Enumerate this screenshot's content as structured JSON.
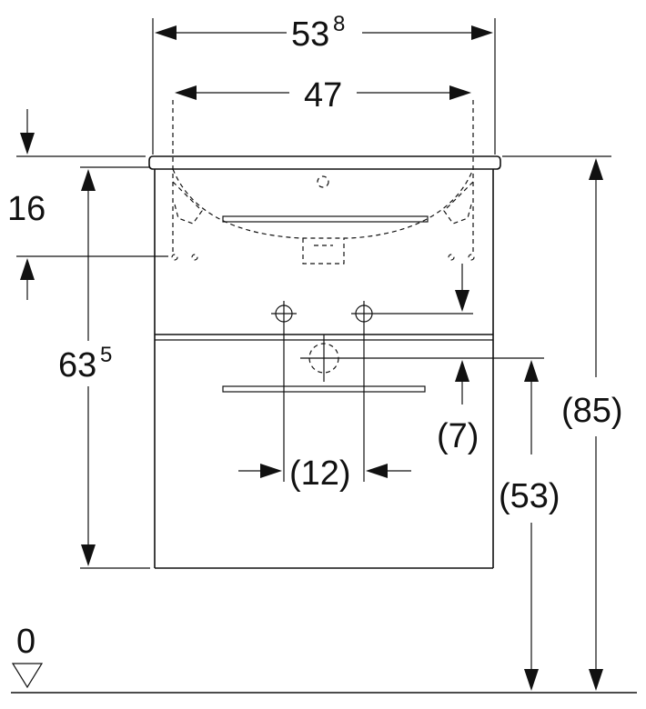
{
  "dimensions": {
    "total_width": {
      "main": "53",
      "sup": "8"
    },
    "basin_width": "47",
    "top_offset": "16",
    "cabinet_height": {
      "main": "63",
      "sup": "5"
    },
    "overall_height": "(85)",
    "floor_to_drain": "(53)",
    "drain_offset": "(7)",
    "tap_spacing": "(12)",
    "floor_level": "0"
  }
}
